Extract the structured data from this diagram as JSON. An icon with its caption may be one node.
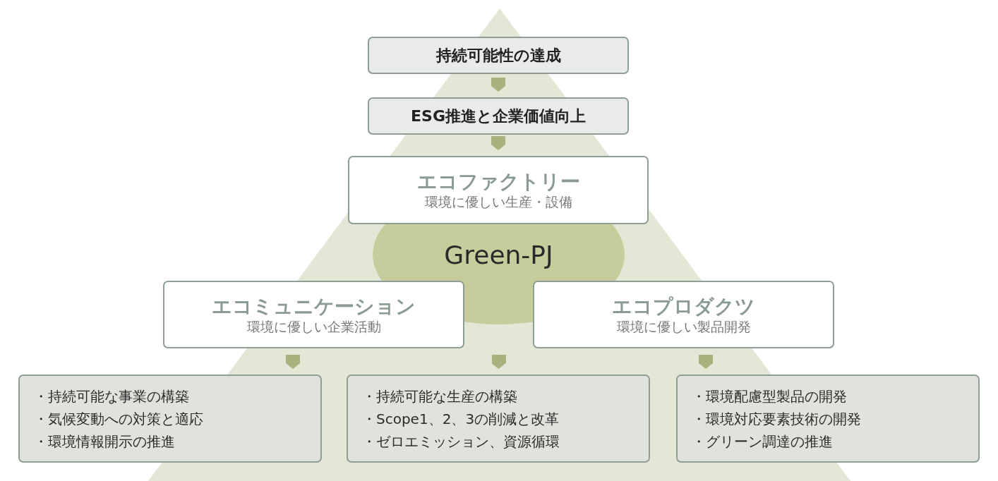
{
  "diagram": {
    "nodes": [
      {
        "text": [
          "持続可能性の達成"
        ]
      },
      {
        "text": [
          "ESG推進と企業価値向上"
        ]
      },
      {
        "text": [
          "エコファクトリー",
          "環境に優しい生産・設備"
        ]
      },
      {
        "text": [
          "Green-PJ"
        ]
      },
      {
        "text": [
          "エコミュニケーション",
          "環境に優しい企業活動"
        ]
      },
      {
        "text": [
          "エコプロダクツ",
          "環境に優しい製品開発"
        ]
      },
      {
        "text": [
          "・持続可能な事業の構築",
          "・気候変動への対策と適応",
          "・環境情報開示の推進"
        ]
      },
      {
        "text": [
          "・持続可能な生産の構築",
          "・Scope1、2、3の削減と改革",
          "・ゼロエミッション、資源循環"
        ]
      },
      {
        "text": [
          "・環境配慮型製品の開発",
          "・環境対応要素技術の開発",
          "・グリーン調達の推進"
        ]
      }
    ],
    "edges": [
      {
        "from": 0,
        "to": 1,
        "arrow": "to"
      },
      {
        "from": 1,
        "to": 2,
        "arrow": "to"
      },
      {
        "from": 4,
        "to": 6,
        "arrow": "to"
      },
      {
        "from": 3,
        "to": 7,
        "arrow": "to"
      },
      {
        "from": 5,
        "to": 8,
        "arrow": "to"
      }
    ]
  }
}
